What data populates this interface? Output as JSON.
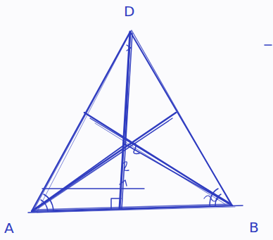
{
  "diagram": {
    "labels": [
      "D",
      "A",
      "B"
    ]
  }
}
